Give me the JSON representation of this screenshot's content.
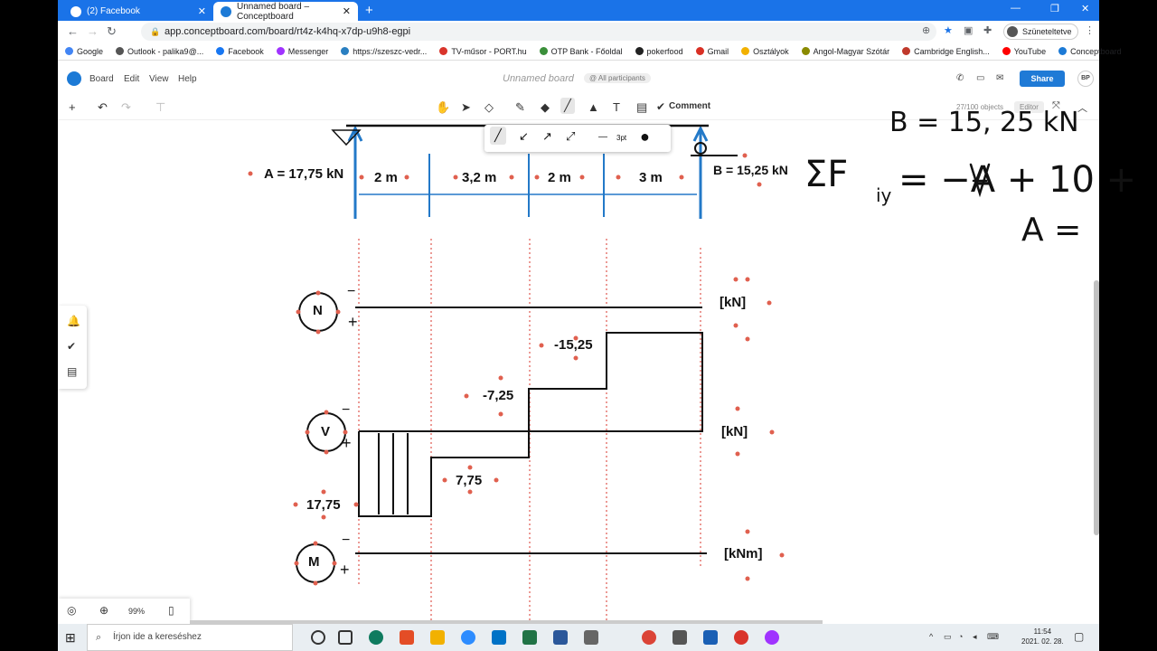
{
  "browser": {
    "tabs": [
      {
        "title": "(2) Facebook",
        "color": "#1877f2"
      },
      {
        "title": "Unnamed board – Conceptboard",
        "color": "#1c7ad6"
      }
    ],
    "url": "app.conceptboard.com/board/rt4z-k4hq-x7dp-u9h8-egpi",
    "profile_label": "Szüneteltetve",
    "bookmarks": [
      {
        "label": "Google",
        "color": "#4285f4"
      },
      {
        "label": "Outlook - palika9@...",
        "color": "#555555"
      },
      {
        "label": "Facebook",
        "color": "#1877f2"
      },
      {
        "label": "Messenger",
        "color": "#a033ff"
      },
      {
        "label": "https://szeszc-vedr...",
        "color": "#2a7fc1"
      },
      {
        "label": "TV-műsor - PORT.hu",
        "color": "#d9342b"
      },
      {
        "label": "OTP Bank - Főoldal",
        "color": "#3a8f3a"
      },
      {
        "label": "pokerfood",
        "color": "#222222"
      },
      {
        "label": "Gmail",
        "color": "#d93025"
      },
      {
        "label": "Osztályok",
        "color": "#f2b100"
      },
      {
        "label": "Angol-Magyar Szótár",
        "color": "#8a8a00"
      },
      {
        "label": "Cambridge English...",
        "color": "#c0392b"
      },
      {
        "label": "YouTube",
        "color": "#ff0000"
      },
      {
        "label": "Conceptboard",
        "color": "#1c7ad6"
      }
    ]
  },
  "app": {
    "menu": [
      "Board",
      "Edit",
      "View",
      "Help"
    ],
    "board_name": "Unnamed board",
    "participants": "@ All participants",
    "share_label": "Share",
    "user_initials": "BP",
    "comment_label": "Comment",
    "object_count": "27/100 objects",
    "role": "Editor",
    "zoom": "99%",
    "stroke_size": "3pt"
  },
  "drawing": {
    "label_A": "A = 17,75 kN",
    "label_B": "B = 15,25 kN",
    "dims": [
      "2 m",
      "3,2 m",
      "2 m",
      "3 m"
    ],
    "equation_top": "B = 15, 25 kN",
    "equation_sum": "ΣF",
    "equation_sub": "iy",
    "equation_rhs": "= −A + 10 +",
    "equation_a": "A =",
    "N_label": "N",
    "V_label": "V",
    "M_label": "M",
    "unit_N": "[kN]",
    "unit_V": "[kN]",
    "unit_M": "[kNm]",
    "minus": "−",
    "plus": "+",
    "values": {
      "v1": "-15,25",
      "v2": "-7,25",
      "v3": "7,75",
      "v4": "17,75"
    }
  },
  "taskbar": {
    "search_placeholder": "Írjon ide a kereséshez",
    "time": "11:54",
    "date": "2021. 02. 28."
  }
}
